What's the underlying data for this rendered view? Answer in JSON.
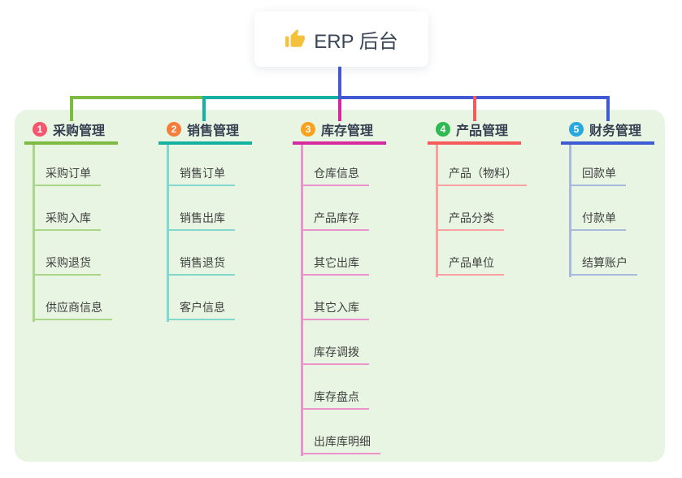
{
  "root": {
    "label": "ERP 后台",
    "icon": "thumbs-up-icon"
  },
  "branches": [
    {
      "index": "1",
      "label": "采购管理",
      "badge_color": "#f4566d",
      "line_color": "#7cbb3f",
      "child_line_color": "#a9d687",
      "children": [
        "采购订单",
        "采购入库",
        "采购退货",
        "供应商信息"
      ]
    },
    {
      "index": "2",
      "label": "销售管理",
      "badge_color": "#f67d3a",
      "line_color": "#15b1a1",
      "child_line_color": "#82d8cc",
      "children": [
        "销售订单",
        "销售出库",
        "销售退货",
        "客户信息"
      ]
    },
    {
      "index": "3",
      "label": "库存管理",
      "badge_color": "#f8a21f",
      "line_color": "#d52a9d",
      "child_line_color": "#ec93cd",
      "children": [
        "仓库信息",
        "产品库存",
        "其它出库",
        "其它入库",
        "库存调拨",
        "库存盘点",
        "出库库明细"
      ]
    },
    {
      "index": "4",
      "label": "产品管理",
      "badge_color": "#2fbb52",
      "line_color": "#f65b5b",
      "child_line_color": "#f9a0a0",
      "children": [
        "产品（物料）",
        "产品分类",
        "产品单位"
      ]
    },
    {
      "index": "5",
      "label": "财务管理",
      "badge_color": "#29a8e0",
      "line_color": "#3f5ad2",
      "child_line_color": "#a9b8dd",
      "children": [
        "回款单",
        "付款单",
        "结算账户"
      ]
    }
  ],
  "colors": {
    "canvas_bg": "#ffffff",
    "panel_bg": "#e8f5e2",
    "root_line": "#4858d2",
    "title_text": "#333f50",
    "child_text": "#404040",
    "thumb_icon": "#f3c13a"
  }
}
